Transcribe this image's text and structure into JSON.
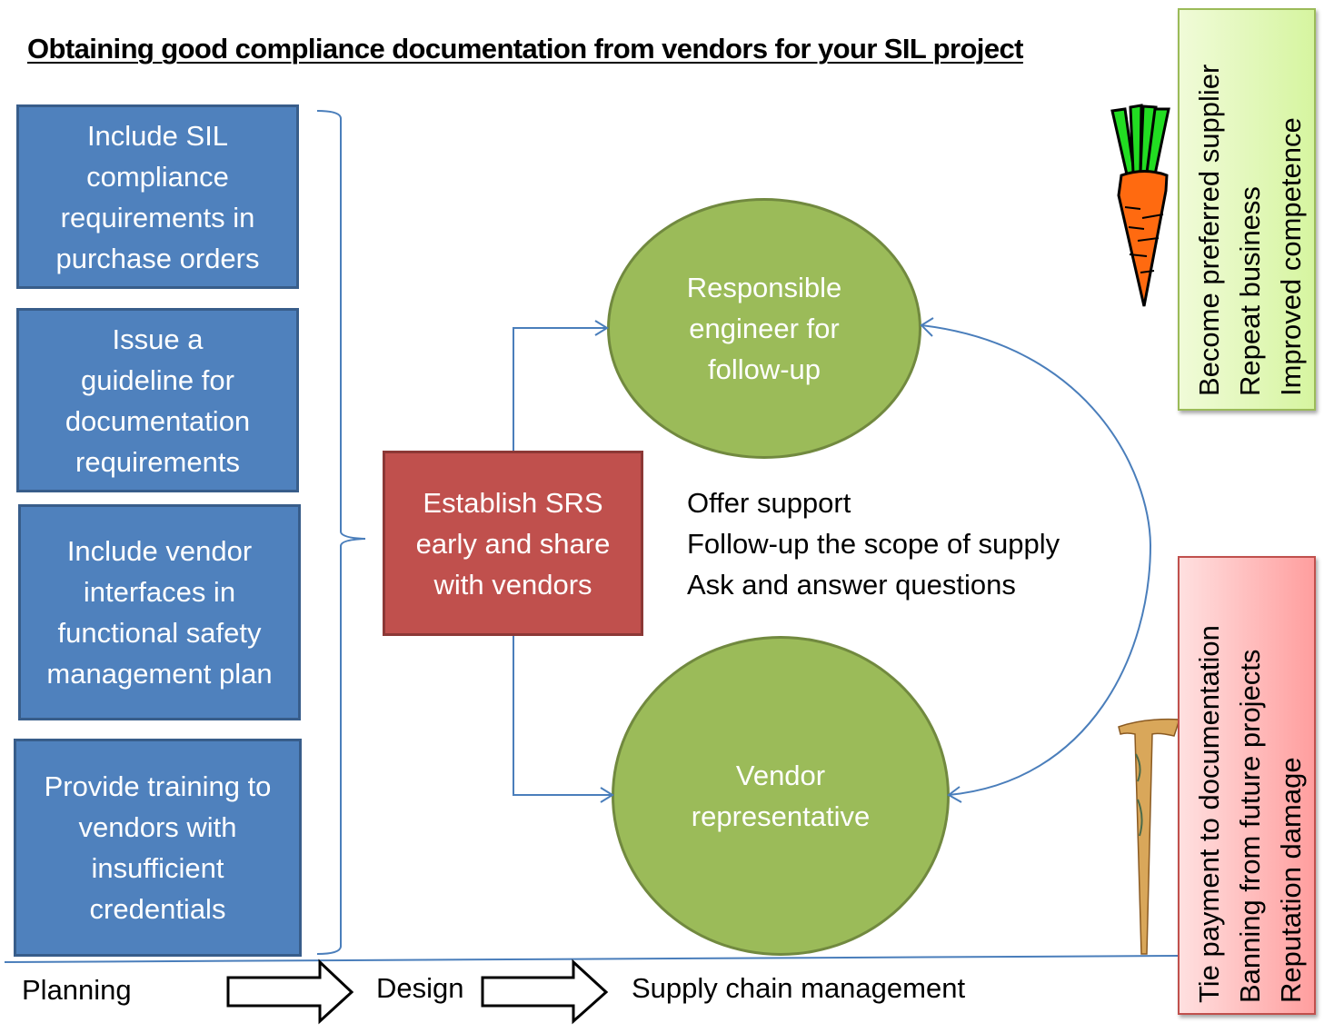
{
  "title": "Obtaining good compliance documentation from vendors for your SIL project",
  "planning_actions": [
    {
      "text": "Include SIL compliance requirements in purchase orders"
    },
    {
      "text": "Issue a guideline for documentation requirements"
    },
    {
      "text": "Include vendor interfaces in functional safety management plan"
    },
    {
      "text": "Provide training to vendors with insufficient credentials"
    }
  ],
  "design_action": {
    "text": "Establish SRS early and share with vendors"
  },
  "roles": {
    "engineer": "Responsible engineer for follow-up",
    "vendor": "Vendor representative"
  },
  "support_actions": [
    "Offer support",
    "Follow-up the scope of supply",
    "Ask and answer questions"
  ],
  "incentives": {
    "icon": "carrot-icon",
    "items": [
      "Become preferred supplier",
      "Repeat business",
      "Improved competence"
    ],
    "color": "#9bbb59"
  },
  "penalties": {
    "icon": "stick-icon",
    "items": [
      "Tie payment to documentation",
      "Banning from future projects",
      "Reputation damage"
    ],
    "color": "#c0504d"
  },
  "phases": [
    "Planning",
    "Design",
    "Supply chain management"
  ],
  "colors": {
    "blue_box": "#4f81bd",
    "red_box": "#c0504d",
    "green_circle": "#9bbb59",
    "connector": "#4a7ebb"
  }
}
